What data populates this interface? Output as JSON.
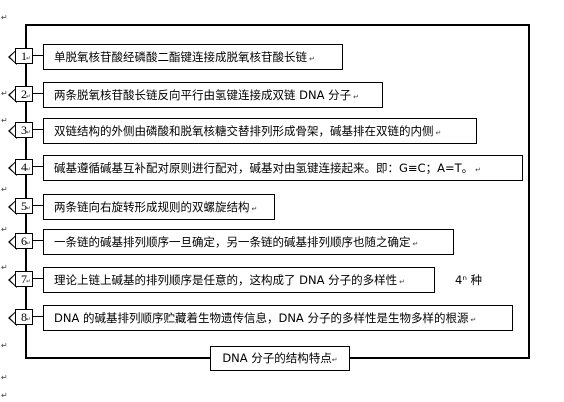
{
  "diagram_title": "DNA 分子的结构特点",
  "paragraph_mark": "↵",
  "items": [
    {
      "number": "1",
      "text": "单脱氧核苷酸经磷酸二酯键连接成脱氧核苷酸长链"
    },
    {
      "number": "2",
      "text": "两条脱氧核苷酸长链反向平行由氢键连接成双链 DNA 分子"
    },
    {
      "number": "3",
      "text": "双链结构的外侧由磷酸和脱氧核糖交替排列形成骨架，碱基排在双链的内侧"
    },
    {
      "number": "4",
      "text": "碱基遵循碱基互补配对原则进行配对，碱基对由氢键连接起来。即：G≡C；A=T。"
    },
    {
      "number": "5",
      "text": "两条链向右旋转形成规则的双螺旋结构"
    },
    {
      "number": "6",
      "text": "一条链的碱基排列顺序一旦确定，另一条链的碱基排列顺序也随之确定"
    },
    {
      "number": "7",
      "text": "理论上链上碱基的排列顺序是任意的，这构成了 DNA 分子的多样性"
    },
    {
      "number": "8",
      "text": "DNA 的碱基排列顺序贮藏着生物遗传信息，DNA 分子的多样性是生物多样的根源"
    }
  ],
  "item7_note": "4ⁿ 种"
}
